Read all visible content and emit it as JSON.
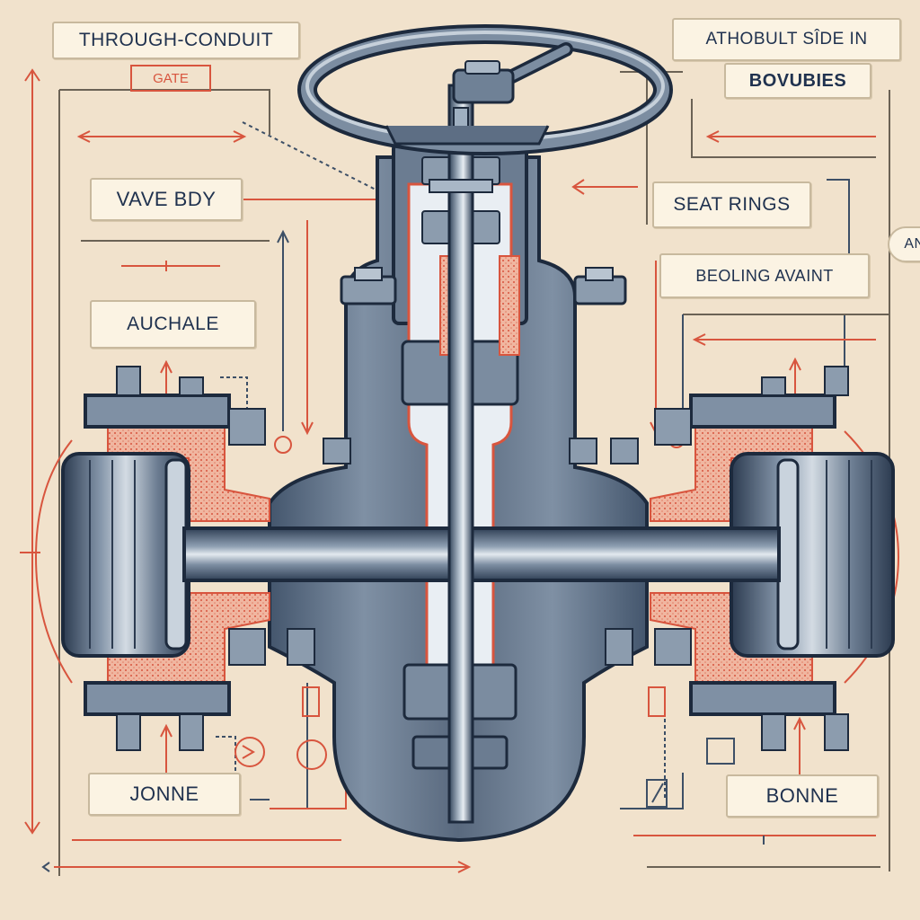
{
  "labels": {
    "through_conduit": "THROUGH-CONDUIT",
    "gate": "GATE",
    "athobult": "ATHOBULT SÎDE IN",
    "bovubies": "BOVUBIES",
    "vave_bdy": "VAVE BDY",
    "seat_rings": "SEAT RINGS",
    "beoling": "BEOLING AVAINT",
    "auchale": "AUCHALE",
    "jonne": "JONNE",
    "bonne": "BONNE",
    "an": "AN"
  },
  "colors": {
    "background": "#f1e2cc",
    "steel_dark": "#3d4f66",
    "steel": "#6f8196",
    "steel_light": "#c7d1dc",
    "annotation_red": "#d8553e",
    "outline": "#1d2a3d"
  },
  "icons": [
    "handwheel-icon",
    "arrow-icon",
    "circle-symbol-icon",
    "square-symbol-icon"
  ]
}
